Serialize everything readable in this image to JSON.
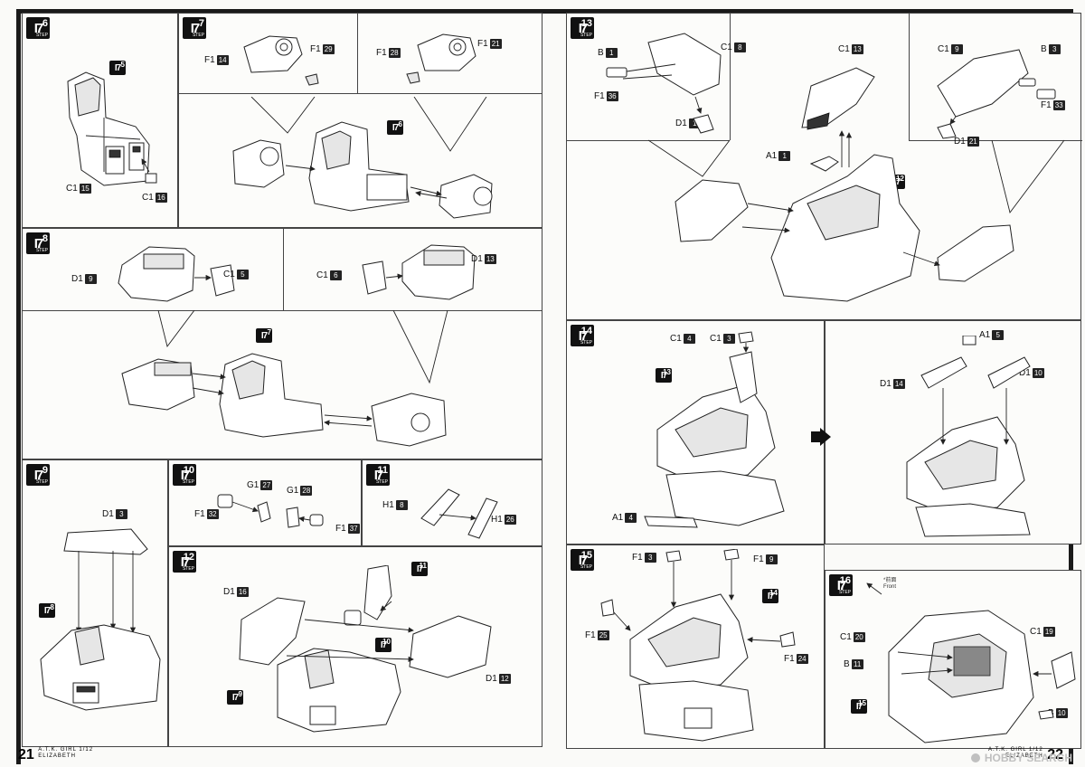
{
  "step_tag": "STEP",
  "left_page": {
    "page_number": "21",
    "product_line1": "A.T.K. GIRL 1/12",
    "product_line2": "ELIZABETH",
    "steps": [
      {
        "id": "6",
        "parts": [
          {
            "ref": "5",
            "label": "",
            "kind": "sub"
          },
          {
            "letter": "C1",
            "num": "15"
          },
          {
            "letter": "C1",
            "num": "16"
          }
        ]
      },
      {
        "id": "7",
        "parts": [
          {
            "letter": "F1",
            "num": "14"
          },
          {
            "letter": "F1",
            "num": "29"
          },
          {
            "letter": "F1",
            "num": "28"
          },
          {
            "letter": "F1",
            "num": "21"
          }
        ],
        "sub": "6"
      },
      {
        "id": "8",
        "parts": [
          {
            "letter": "D1",
            "num": "9"
          },
          {
            "letter": "C1",
            "num": "5"
          },
          {
            "letter": "C1",
            "num": "6"
          },
          {
            "letter": "D1",
            "num": "13"
          }
        ],
        "sub": "7"
      },
      {
        "id": "9",
        "parts": [
          {
            "letter": "D1",
            "num": "3"
          }
        ],
        "sub": "8"
      },
      {
        "id": "10",
        "parts": [
          {
            "letter": "G1",
            "num": "27"
          },
          {
            "letter": "G1",
            "num": "28"
          },
          {
            "letter": "F1",
            "num": "32"
          },
          {
            "letter": "F1",
            "num": "37"
          }
        ]
      },
      {
        "id": "11",
        "parts": [
          {
            "letter": "H1",
            "num": "8"
          },
          {
            "letter": "H1",
            "num": "26"
          }
        ]
      },
      {
        "id": "12",
        "parts": [
          {
            "letter": "D1",
            "num": "16"
          },
          {
            "letter": "D1",
            "num": "12"
          }
        ],
        "subs": [
          "11",
          "10",
          "9"
        ]
      }
    ]
  },
  "right_page": {
    "page_number": "22",
    "product_line1": "A.T.K. GIRL 1/12",
    "product_line2": "ELIZABETH",
    "steps": [
      {
        "id": "13",
        "parts": [
          {
            "letter": "B",
            "num": "1"
          },
          {
            "letter": "C1",
            "num": "8"
          },
          {
            "letter": "F1",
            "num": "36"
          },
          {
            "letter": "D1",
            "num": "1"
          },
          {
            "letter": "C1",
            "num": "13"
          },
          {
            "letter": "A1",
            "num": "1"
          },
          {
            "letter": "C1",
            "num": "9"
          },
          {
            "letter": "B",
            "num": "3"
          },
          {
            "letter": "F1",
            "num": "33"
          },
          {
            "letter": "D1",
            "num": "21"
          }
        ],
        "sub": "12"
      },
      {
        "id": "14",
        "parts": [
          {
            "letter": "C1",
            "num": "4"
          },
          {
            "letter": "C1",
            "num": "3"
          },
          {
            "letter": "A1",
            "num": "4"
          },
          {
            "letter": "A1",
            "num": "5"
          },
          {
            "letter": "D1",
            "num": "14"
          },
          {
            "letter": "D1",
            "num": "10"
          }
        ],
        "sub": "13"
      },
      {
        "id": "15",
        "parts": [
          {
            "letter": "F1",
            "num": "3"
          },
          {
            "letter": "F1",
            "num": "9"
          },
          {
            "letter": "F1",
            "num": "25"
          },
          {
            "letter": "F1",
            "num": "24"
          }
        ],
        "sub": "14"
      },
      {
        "id": "16",
        "parts": [
          {
            "letter": "C1",
            "num": "20"
          },
          {
            "letter": "B",
            "num": "11"
          },
          {
            "letter": "C1",
            "num": "19"
          },
          {
            "letter": "B",
            "num": "10"
          }
        ],
        "sub": "15",
        "note_line1": "*前面",
        "note_line2": "Front"
      }
    ]
  },
  "watermark": "HOBBY SEARCH",
  "colors": {
    "ink": "#111111",
    "paper": "#fafaf8",
    "frame": "#1a1a1a"
  }
}
